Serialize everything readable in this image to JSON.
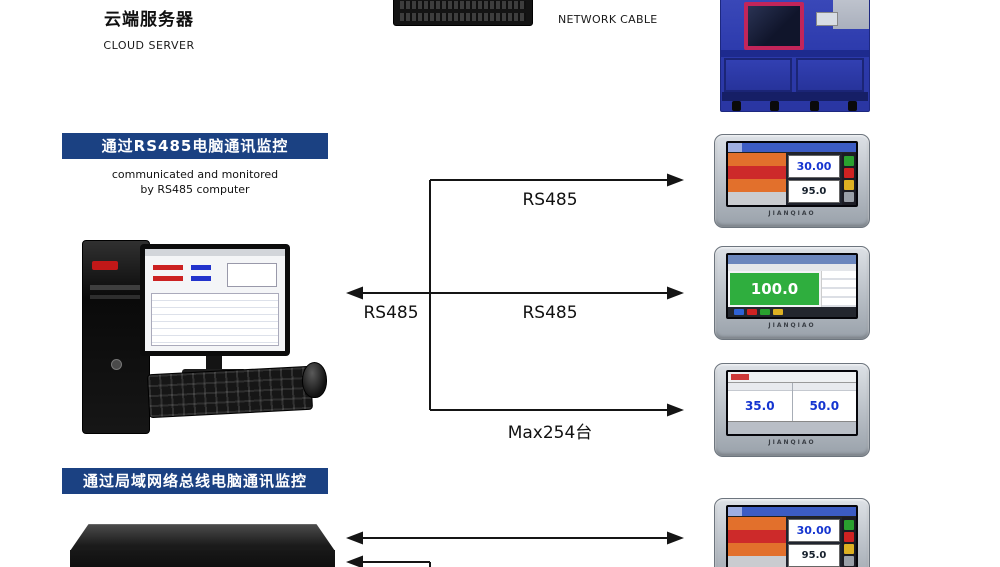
{
  "header": {
    "cloud_server_cn": "云端服务器",
    "cloud_server_en": "CLOUD SERVER",
    "network_cable_label": "NETWORK CABLE"
  },
  "rs485_section": {
    "banner": "通过RS485电脑通讯监控",
    "subtitle_line1": "communicated and monitored",
    "subtitle_line2": "by RS485 computer",
    "arrow_label_top": "RS485",
    "arrow_label_left": "RS485",
    "arrow_label_middle": "RS485",
    "arrow_label_max": "Max254台"
  },
  "lan_section": {
    "banner": "通过局域网络总线电脑通讯监控"
  },
  "controllers": {
    "brand": "JIANQIAO",
    "panel1": {
      "temp": "30.00",
      "humidity": "95.0"
    },
    "panel2": {
      "value": "100.0"
    },
    "panel3": {
      "left_value": "35.0",
      "right_value": "50.0"
    },
    "panel4": {
      "temp": "30.00",
      "humidity": "95.0"
    }
  },
  "colors": {
    "banner_bg": "#1b4182",
    "arrow": "#151515",
    "value_blue": "#1535d0",
    "green_screen": "#2fae3e"
  }
}
